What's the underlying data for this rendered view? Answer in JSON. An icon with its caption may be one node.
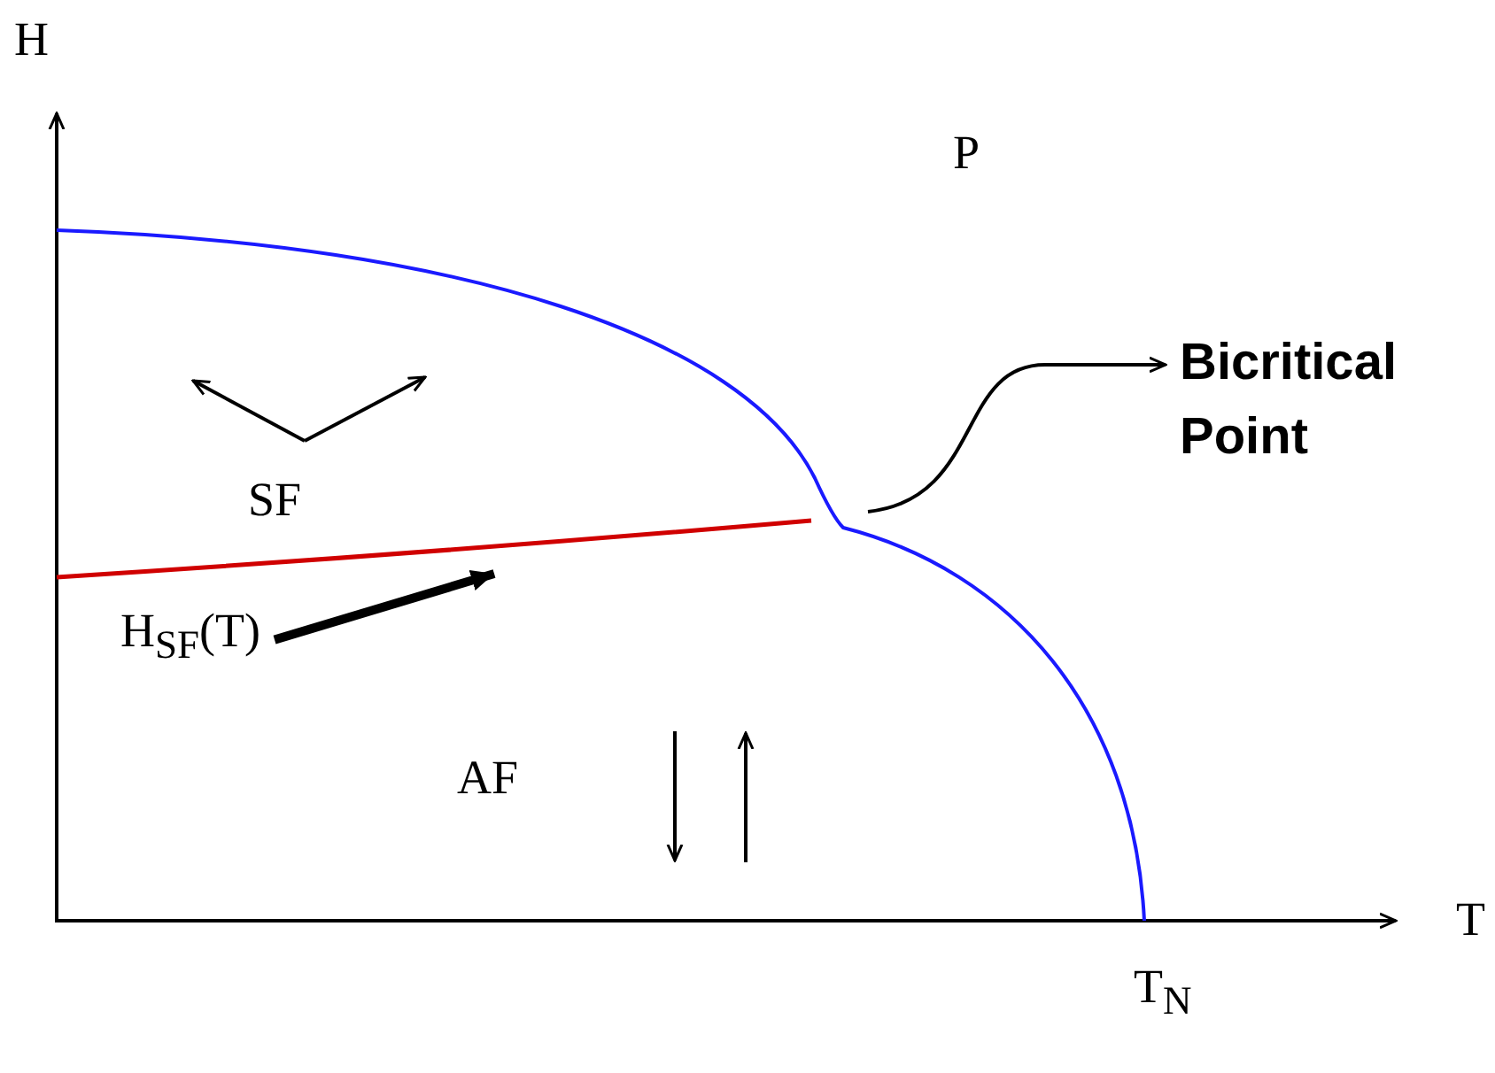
{
  "diagram": {
    "nodes": [
      {
        "text": [
          "Bicritical Point"
        ]
      },
      {
        "text": [
          "H$_{SF}$(T)"
        ]
      }
    ],
    "edges": [
      {
        "from": null,
        "to": 0,
        "arrow": "to"
      },
      {
        "from": 1,
        "to": null,
        "arrow": "to",
        "style": "thick"
      }
    ],
    "labels": [
      "H",
      "P",
      "SF",
      "AF",
      "T",
      "T$_{N}$"
    ]
  }
}
